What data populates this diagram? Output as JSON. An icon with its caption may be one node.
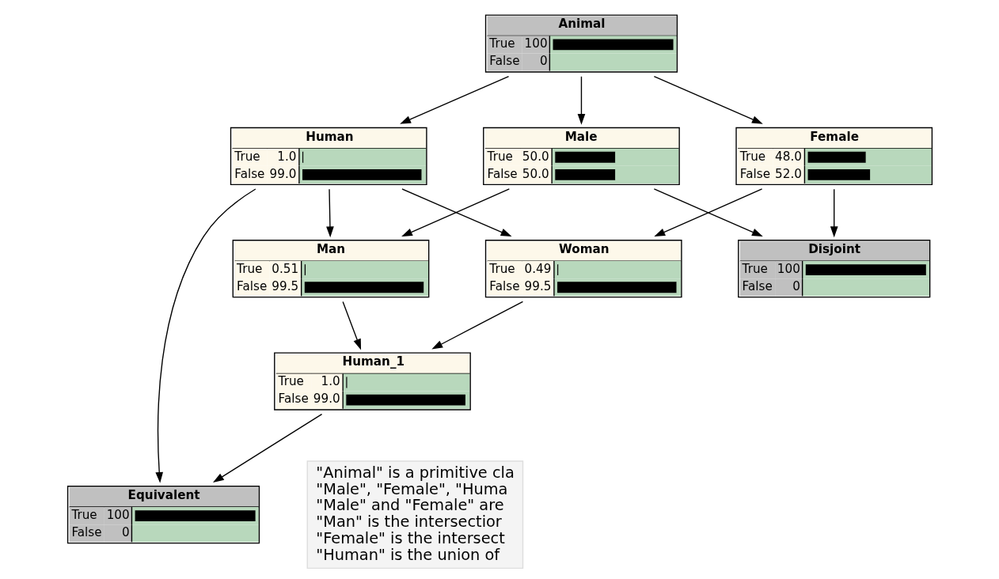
{
  "diagram": {
    "nodes": [
      {
        "text": [
          "Animal",
          "True",
          "100",
          "False",
          "0"
        ]
      },
      {
        "text": [
          "Male",
          "True",
          "50.0",
          "False",
          "50.0"
        ]
      },
      {
        "text": [
          "Female",
          "True",
          "48.0",
          "False",
          "52.0"
        ]
      },
      {
        "text": [
          "Human",
          "True",
          "1.0",
          "False",
          "99.0"
        ]
      },
      {
        "text": [
          "Man",
          "True",
          "0.51",
          "False",
          "99.5"
        ]
      },
      {
        "text": [
          "Woman",
          "True",
          "0.49",
          "False",
          "99.5"
        ]
      },
      {
        "text": [
          "Human_1",
          "True",
          "1.0",
          "False",
          "99.0"
        ]
      },
      {
        "text": [
          "Disjoint",
          "True",
          "100",
          "False",
          "0"
        ]
      },
      {
        "text": [
          "Equivalent",
          "True",
          "100",
          "False",
          "0"
        ]
      }
    ],
    "edges": [
      {
        "from": 0,
        "to": 1,
        "arrow": "to"
      },
      {
        "from": 0,
        "to": 2,
        "arrow": "to"
      },
      {
        "from": 0,
        "to": 3,
        "arrow": "to"
      },
      {
        "from": 1,
        "to": 4,
        "arrow": "to"
      },
      {
        "from": 1,
        "to": 7,
        "arrow": "to"
      },
      {
        "from": 2,
        "to": 5,
        "arrow": "to"
      },
      {
        "from": 2,
        "to": 7,
        "arrow": "to"
      },
      {
        "from": 3,
        "to": 4,
        "arrow": "to"
      },
      {
        "from": 3,
        "to": 5,
        "arrow": "to"
      },
      {
        "from": 3,
        "to": 8,
        "arrow": "to"
      },
      {
        "from": 4,
        "to": 6,
        "arrow": "to"
      },
      {
        "from": 5,
        "to": 6,
        "arrow": "to"
      },
      {
        "from": 6,
        "to": 8,
        "arrow": "to"
      }
    ],
    "labels": [
      "\"Animal\" is a primitive cla",
      "\"Male\", \"Female\", \"Huma",
      "\"Male\" and \"Female\" are",
      "\"Man\" is the intersectior",
      "\"Female\" is the intersect",
      "\"Human\" is the union of"
    ]
  }
}
